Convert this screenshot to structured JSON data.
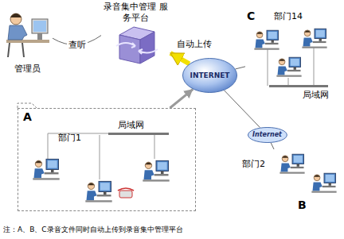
{
  "diagram": {
    "caption": "注：A、B、C录音文件同时自动上传到录音集中管理平台",
    "nodes": [
      {
        "text": [
          "管理员"
        ]
      },
      {
        "text": [
          "录音集中管理 服务平台"
        ]
      },
      {
        "text": [
          "INTERNET"
        ]
      },
      {
        "text": [
          "C",
          "部门14"
        ]
      },
      {
        "text": [
          "A",
          "部门1"
        ]
      },
      {
        "text": [
          "Internet"
        ]
      },
      {
        "text": [
          "部门2",
          "B"
        ]
      }
    ],
    "edges": [
      {
        "from": 0,
        "to": 1,
        "label": "查听",
        "arrow": "none"
      },
      {
        "from": 2,
        "to": 1,
        "label": "自动上传",
        "arrow": "to"
      },
      {
        "from": 4,
        "to": 2,
        "arrow": "to"
      },
      {
        "from": 3,
        "to": 2,
        "arrow": "none"
      },
      {
        "from": 5,
        "to": 2,
        "arrow": "none"
      },
      {
        "from": 6,
        "to": 5,
        "arrow": "none"
      }
    ],
    "labels": [
      "局域网",
      "局域网"
    ]
  }
}
